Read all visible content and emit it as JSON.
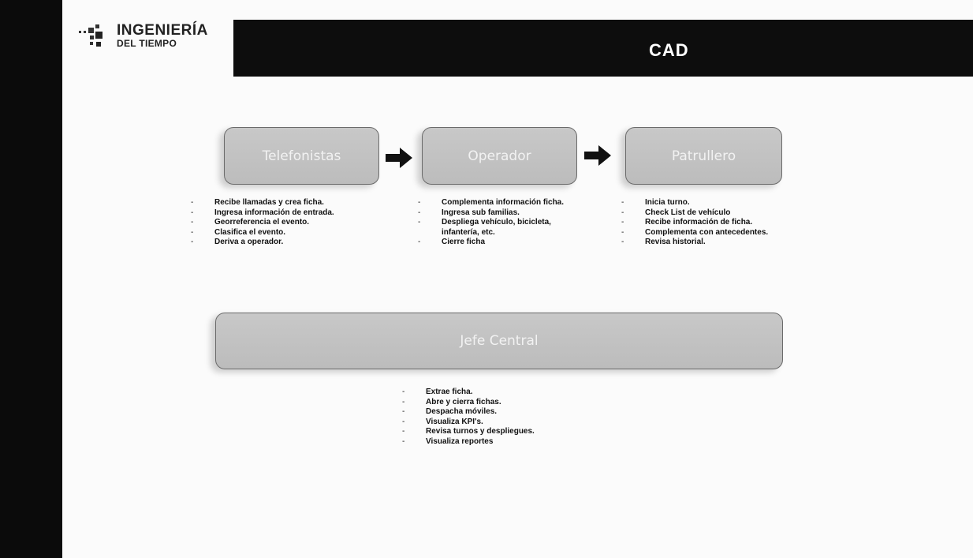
{
  "logo": {
    "line1": "INGENIERÍA",
    "line2": "DEL TIEMPO"
  },
  "title": "CAD",
  "boxes": {
    "telefonistas": "Telefonistas",
    "operador": "Operador",
    "patrullero": "Patrullero",
    "jefe": "Jefe Central"
  },
  "lists": {
    "telefonistas": [
      "Recibe llamadas y crea ficha.",
      "Ingresa información de entrada.",
      "Georreferencia el evento.",
      "Clasifica el evento.",
      "Deriva a operador."
    ],
    "operador": [
      "Complementa información ficha.",
      "Ingresa sub familias.",
      "Despliega vehículo, bicicleta, infantería, etc.",
      "Cierre ficha"
    ],
    "patrullero": [
      "Inicia turno.",
      "Check List de vehículo",
      "Recibe información de ficha.",
      "Complementa con antecedentes.",
      "Revisa historial."
    ],
    "jefe": [
      "Extrae ficha.",
      "Abre y cierra fichas.",
      "Despacha móviles.",
      "Visualiza KPI's.",
      "Revisa turnos y despliegues.",
      "Visualiza reportes"
    ]
  },
  "icons": {
    "arrows": "right-arrow-icon",
    "logo": "logo-mark-icon"
  }
}
